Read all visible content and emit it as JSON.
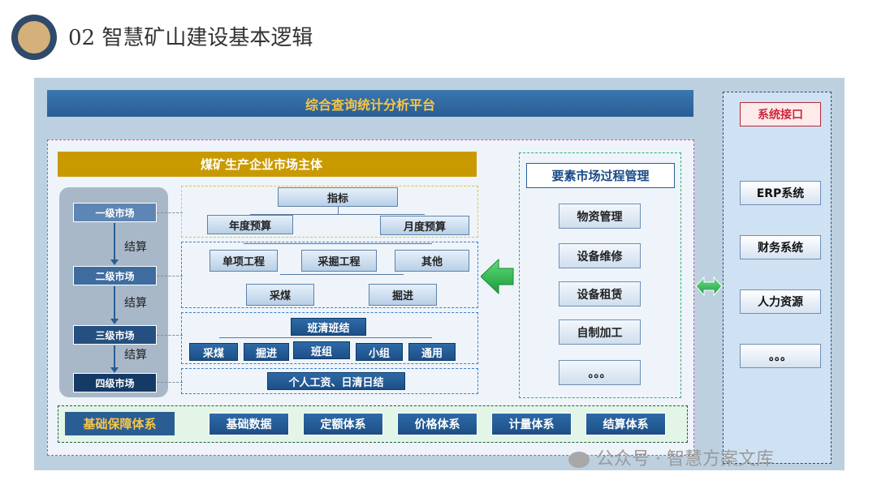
{
  "header": {
    "title": "02 智慧矿山建设基本逻辑"
  },
  "query_platform": "综合查询统计分析平台",
  "entity_bar": "煤矿生产企业市场主体",
  "markets": [
    "一级市场",
    "二级市场",
    "三级市场",
    "四级市场"
  ],
  "settle_label": "结算",
  "indicator": {
    "top": "指标",
    "annual": "年度预算",
    "monthly": "月度预算"
  },
  "projects": {
    "single": "单项工程",
    "mining": "采掘工程",
    "other": "其他",
    "coal": "采煤",
    "tunnel": "掘进"
  },
  "shift": {
    "top": "班清班结",
    "items": [
      "采煤",
      "掘进",
      "班组",
      "小组",
      "通用"
    ]
  },
  "personal": "个人工资、日清日结",
  "element_mgmt": {
    "title": "要素市场过程管理",
    "items": [
      "物资管理",
      "设备维修",
      "设备租赁",
      "自制加工",
      "。。。"
    ]
  },
  "right_col": {
    "interface": "系统接口",
    "items": [
      "ERP系统",
      "财务系统",
      "人力资源",
      "。。。"
    ]
  },
  "foundation": {
    "label": "基础保障体系",
    "items": [
      "基础数据",
      "定额体系",
      "价格体系",
      "计量体系",
      "结算体系"
    ]
  },
  "watermark": "公众号 · 智慧方案文库"
}
